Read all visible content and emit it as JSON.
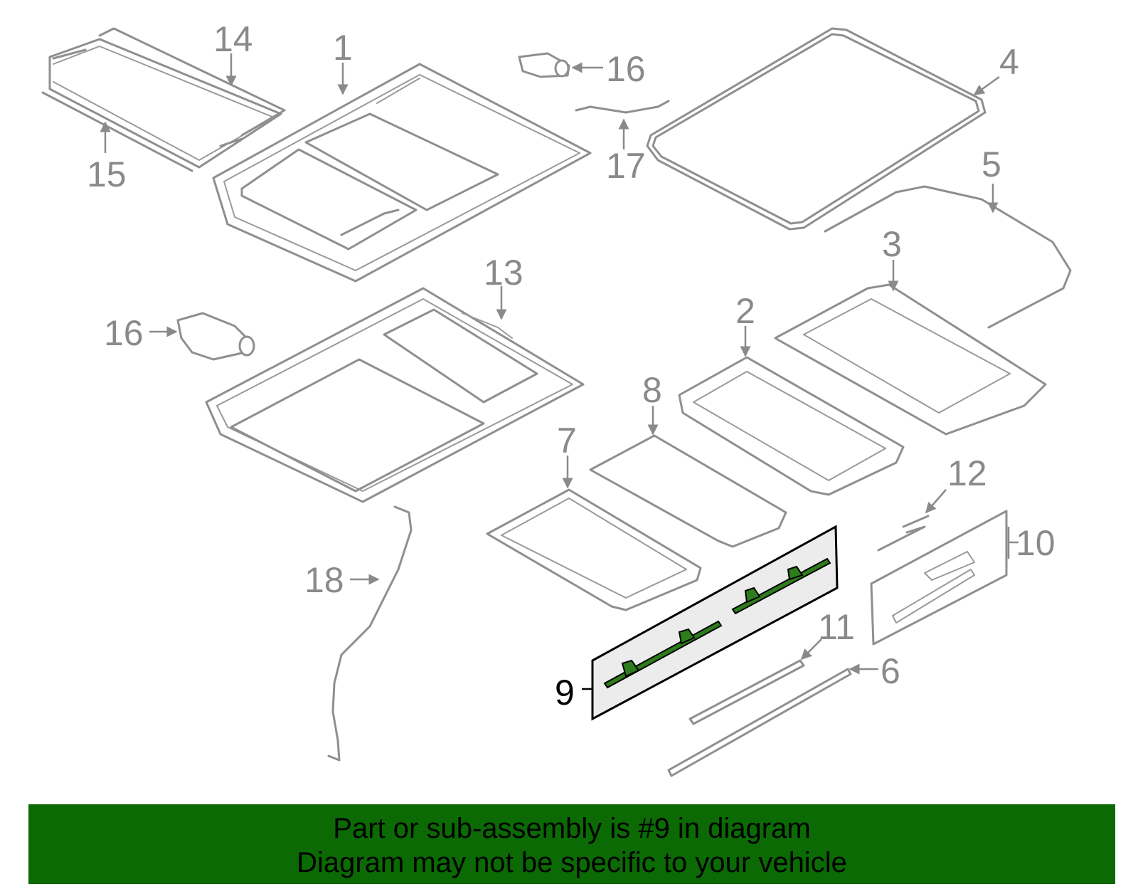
{
  "callouts": {
    "c1": "1",
    "c2": "2",
    "c3": "3",
    "c4": "4",
    "c5": "5",
    "c6": "6",
    "c7": "7",
    "c8": "8",
    "c9": "9",
    "c10": "10",
    "c11": "11",
    "c12": "12",
    "c13": "13",
    "c14": "14",
    "c15": "15",
    "c16a": "16",
    "c16b": "16",
    "c17": "17",
    "c18": "18"
  },
  "highlight": {
    "part_number": "9",
    "fill_color": "#2e7d1c"
  },
  "banner": {
    "line1": "Part or sub-assembly is #9 in diagram",
    "line2": "Diagram may not be specific to your vehicle",
    "background_color": "#0b6a04"
  },
  "colors": {
    "line_gray": "#8f8f8f",
    "label_gray": "#8a8a8a"
  }
}
